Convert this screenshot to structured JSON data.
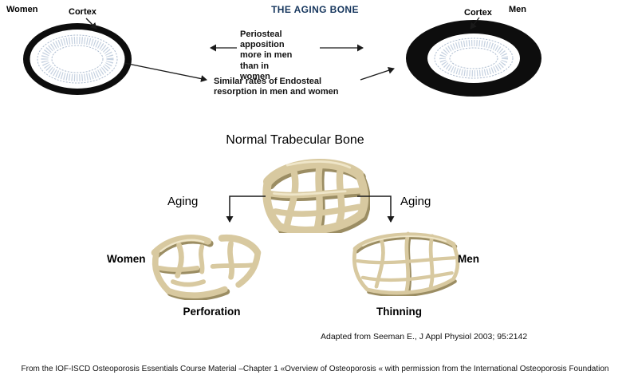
{
  "title": "THE AGING BONE",
  "colors": {
    "title_text": "#17375e",
    "cortex_ring": "#0d0d0d",
    "trabecular_fill": "#d8c9a0",
    "trabecular_shadow": "#9b8d63",
    "inner_hatch": "#b9c7d9"
  },
  "top": {
    "women_label": "Women",
    "cortex_left_label": "Cortex",
    "cortex_right_label": "Cortex",
    "men_label": "Men",
    "periosteal_note": "Periosteal apposition more in men than in women",
    "endosteal_note": "Similar rates of Endosteal resorption in men and women"
  },
  "bottom": {
    "normal_bone_label": "Normal Trabecular Bone",
    "aging_left_label": "Aging",
    "aging_right_label": "Aging",
    "women_label": "Women",
    "men_label": "Men",
    "perforation_label": "Perforation",
    "thinning_label": "Thinning",
    "citation": "Adapted from Seeman E., J Appl Physiol 2003; 95:2142"
  },
  "footer": "From the IOF-ISCD Osteoporosis Essentials Course Material –Chapter 1 «Overview of Osteoporosis « with permission from the International Osteoporosis Foundation"
}
